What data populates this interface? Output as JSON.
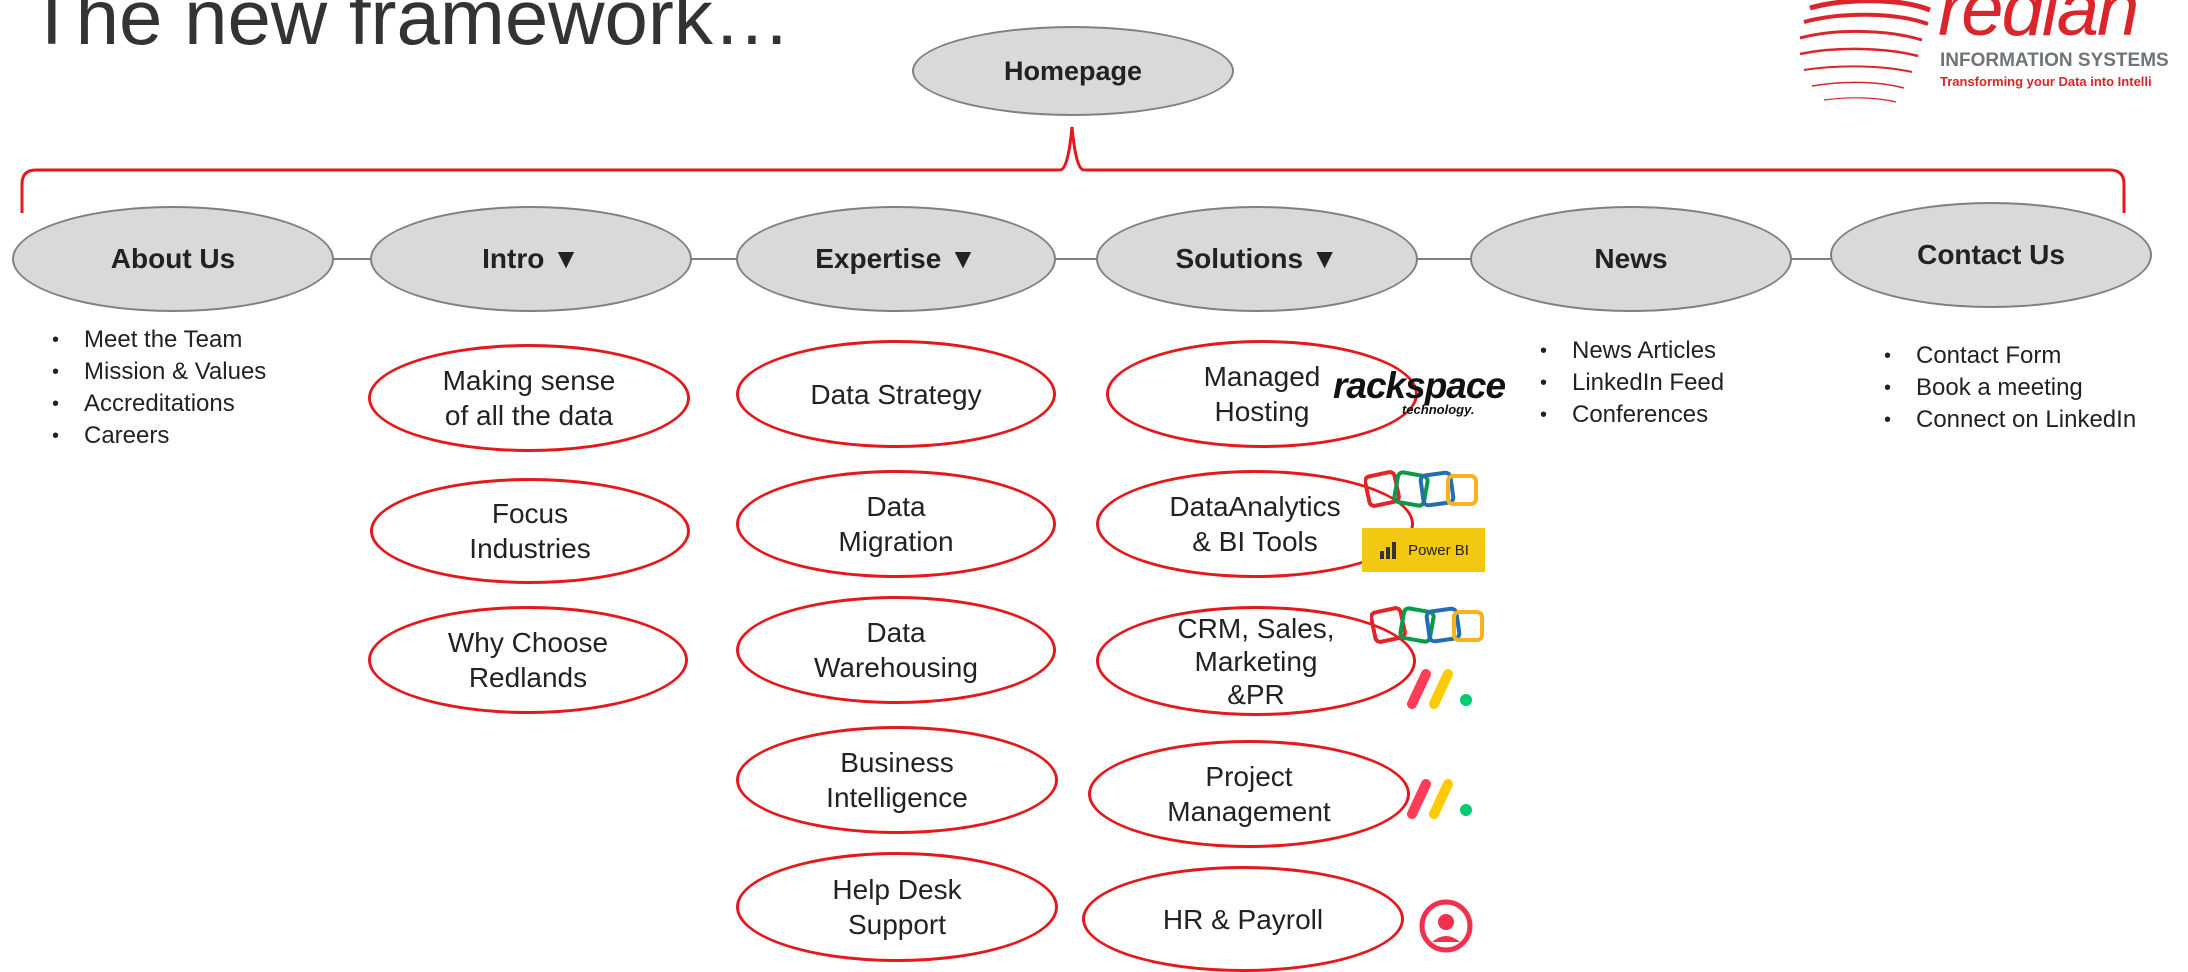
{
  "title": "The new framework…",
  "logo": {
    "word": "redlan",
    "line1": "INFORMATION SYSTEMS",
    "line2": "Transforming your Data into Intelli"
  },
  "root": {
    "label": "Homepage"
  },
  "sections": [
    {
      "label": "About Us"
    },
    {
      "label": "Intro ▼"
    },
    {
      "label": "Expertise ▼"
    },
    {
      "label": "Solutions ▼"
    },
    {
      "label": "News"
    },
    {
      "label": "Contact Us"
    }
  ],
  "about_items": [
    "Meet the Team",
    "Mission & Values",
    "Accreditations",
    "Careers"
  ],
  "news_items": [
    "News Articles",
    "LinkedIn Feed",
    "Conferences"
  ],
  "contact_items": [
    "Contact Form",
    "Book a meeting",
    "Connect on LinkedIn"
  ],
  "intro_items": [
    {
      "line1": "Making sense",
      "line2": "of all the data"
    },
    {
      "line1": "Focus",
      "line2": "Industries"
    },
    {
      "line1": "Why Choose",
      "line2": "Redlands"
    }
  ],
  "expertise_items": [
    {
      "line1": "Data Strategy",
      "line2": ""
    },
    {
      "line1": "Data",
      "line2": "Migration"
    },
    {
      "line1": "Data",
      "line2": "Warehousing"
    },
    {
      "line1": "Business",
      "line2": "Intelligence"
    },
    {
      "line1": "Help Desk",
      "line2": "Support"
    }
  ],
  "solutions_items": [
    {
      "line1": "Managed",
      "line2": "Hosting",
      "line3": ""
    },
    {
      "line1": "DataAnalytics",
      "line2": "& BI Tools",
      "line3": ""
    },
    {
      "line1": "CRM, Sales,",
      "line2": "Marketing",
      "line3": "&PR"
    },
    {
      "line1": "Project",
      "line2": "Management",
      "line3": ""
    },
    {
      "line1": "HR & Payroll",
      "line2": "",
      "line3": ""
    }
  ],
  "vendor_logos": {
    "rackspace": "rackspace",
    "rackspace_sub": "technology.",
    "powerbi": "Power BI"
  },
  "colors": {
    "accent_red": "#e3191c",
    "grey_fill": "#d9d9d9",
    "grey_border": "#808080",
    "powerbi_yellow": "#f2c811"
  },
  "icons": [
    "zoho-logo-icon",
    "power-bi-icon",
    "monday-logo-icon",
    "hr-person-icon"
  ]
}
